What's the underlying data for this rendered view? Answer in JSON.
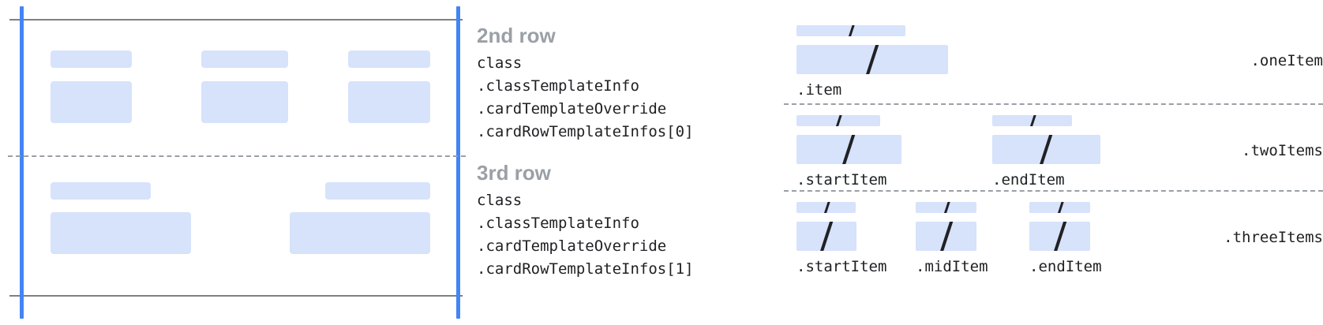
{
  "diagram": {
    "title_kind": "card-row-template-annotation",
    "colors": {
      "placeholder": "#d7e2fb",
      "guide_line": "#4285f4",
      "rule_line": "#808080",
      "dashed_line": "#9aa0a6",
      "heading_text": "#9aa0a6",
      "code_text": "#202124",
      "background": "#ffffff"
    }
  },
  "left_preview": {
    "row1": {
      "cells": [
        {
          "label_bar": "",
          "content_box": ""
        },
        {
          "label_bar": "",
          "content_box": ""
        },
        {
          "label_bar": "",
          "content_box": ""
        }
      ]
    },
    "row2": {
      "cells": [
        {
          "label_bar": "",
          "content_box": ""
        },
        {
          "label_bar": "",
          "content_box": ""
        }
      ]
    }
  },
  "sections": [
    {
      "title": "2nd row",
      "code": [
        "class",
        ".classTemplateInfo",
        ".cardTemplateOverride",
        ".cardRowTemplateInfos[0]"
      ]
    },
    {
      "title": "3rd row",
      "code": [
        "class",
        ".classTemplateInfo",
        ".cardTemplateOverride",
        ".cardRowTemplateInfos[1]"
      ]
    }
  ],
  "variants": [
    {
      "name": ".oneItem",
      "cells": [
        {
          "label": ".item",
          "glyph": "slash"
        }
      ]
    },
    {
      "name": ".twoItems",
      "cells": [
        {
          "label": ".startItem",
          "glyph": "slash"
        },
        {
          "label": ".endItem",
          "glyph": "slash"
        }
      ]
    },
    {
      "name": ".threeItems",
      "cells": [
        {
          "label": ".startItem",
          "glyph": "slash"
        },
        {
          "label": ".midItem",
          "glyph": "slash"
        },
        {
          "label": ".endItem",
          "glyph": "slash"
        }
      ]
    }
  ]
}
